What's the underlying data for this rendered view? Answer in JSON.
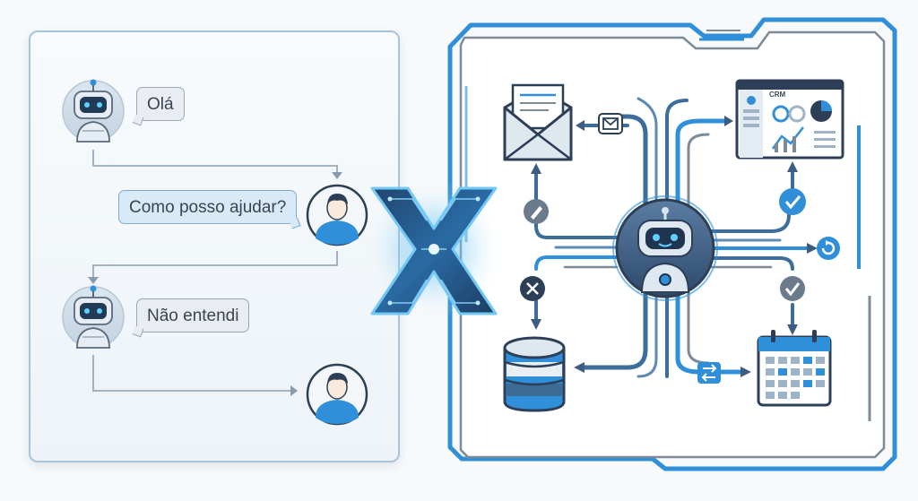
{
  "chat": {
    "messages": [
      {
        "sender": "bot",
        "text": "Olá"
      },
      {
        "sender": "user",
        "text": "Como posso ajudar?"
      },
      {
        "sender": "bot",
        "text": "Não entendi"
      },
      {
        "sender": "user",
        "text": ""
      }
    ]
  },
  "separator": {
    "glyph": "X"
  },
  "hub": {
    "nodes": {
      "crm": {
        "label": "CRM",
        "icon": "crm-dashboard-icon"
      },
      "email": {
        "icon": "envelope-icon"
      },
      "database": {
        "icon": "database-icon"
      },
      "calendar": {
        "icon": "calendar-icon"
      }
    },
    "badges": [
      "mail-icon",
      "edit-icon",
      "check-icon",
      "refresh-icon",
      "close-icon",
      "check-icon",
      "swap-arrows-icon"
    ]
  },
  "colors": {
    "accent": "#2f8fd8",
    "dark_blue": "#2c3f57",
    "frame_grey": "#7d8b99",
    "bubble_user": "#d8e9f7",
    "bubble_bot": "#e9edf1"
  }
}
